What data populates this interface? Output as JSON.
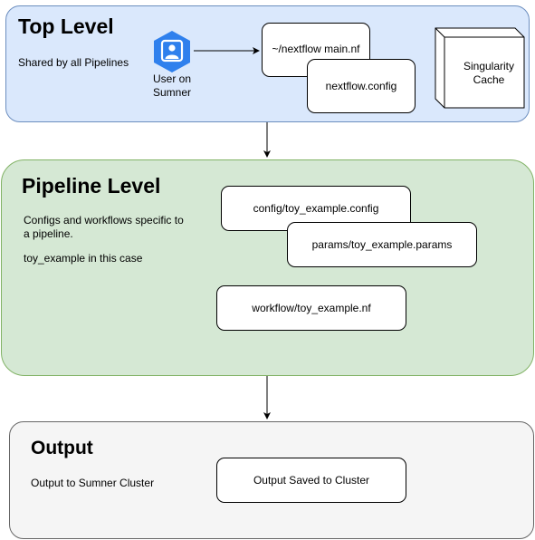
{
  "top_level": {
    "title": "Top Level",
    "description": "Shared by all Pipelines",
    "user_line1": "User on",
    "user_line2": "Sumner",
    "main_nf": "~/nextflow main.nf",
    "nextflow_config": "nextflow.config",
    "cache_line1": "Singularity",
    "cache_line2": "Cache",
    "fill_color": "#dae8fc",
    "border_color": "#6c8ebf"
  },
  "pipeline_level": {
    "title": "Pipeline Level",
    "description_line1": "Configs and workflows specific to",
    "description_line2": "a pipeline.",
    "description_line3": "toy_example in this case",
    "config_file": "config/toy_example.config",
    "params_file": "params/toy_example.params",
    "workflow_file": "workflow/toy_example.nf",
    "fill_color": "#d5e8d4",
    "border_color": "#82b366"
  },
  "output_level": {
    "title": "Output",
    "description": "Output to Sumner Cluster",
    "output_box": "Output Saved to Cluster",
    "fill_color": "#f5f5f5",
    "border_color": "#666666"
  },
  "icons": {
    "user": "user-hexagon-icon",
    "cache": "cube-icon"
  }
}
